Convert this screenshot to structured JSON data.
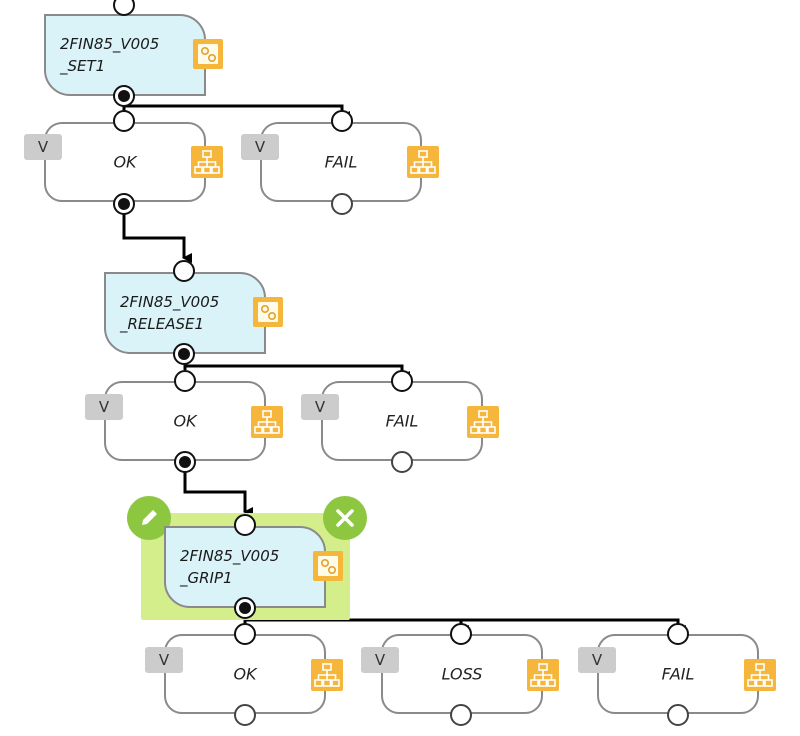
{
  "nodes": [
    {
      "line1": "2FIN85_V005",
      "line2": "_SET1",
      "icon": "settings-gear-icon"
    },
    {
      "line1": "2FIN85_V005",
      "line2": "_RELEASE1",
      "icon": "settings-gear-icon"
    },
    {
      "line1": "2FIN85_V005",
      "line2": "_GRIP1",
      "icon": "settings-gear-icon",
      "selected": true
    }
  ],
  "outcomes": {
    "set1": [
      {
        "label": "OK",
        "badge": "V",
        "icon": "hierarchy-icon"
      },
      {
        "label": "FAIL",
        "badge": "V",
        "icon": "hierarchy-icon"
      }
    ],
    "release1": [
      {
        "label": "OK",
        "badge": "V",
        "icon": "hierarchy-icon"
      },
      {
        "label": "FAIL",
        "badge": "V",
        "icon": "hierarchy-icon"
      }
    ],
    "grip1": [
      {
        "label": "OK",
        "badge": "V",
        "icon": "hierarchy-icon"
      },
      {
        "label": "LOSS",
        "badge": "V",
        "icon": "hierarchy-icon"
      },
      {
        "label": "FAIL",
        "badge": "V",
        "icon": "hierarchy-icon"
      }
    ]
  },
  "colors": {
    "node_fill": "#d9f3f9",
    "node_border": "#8a8a8a",
    "selection_highlight": "#d4ee8c",
    "action_button": "#8dc63f",
    "icon_orange": "#f5b63b",
    "badge_gray": "#cccccc",
    "wire": "#000000"
  }
}
